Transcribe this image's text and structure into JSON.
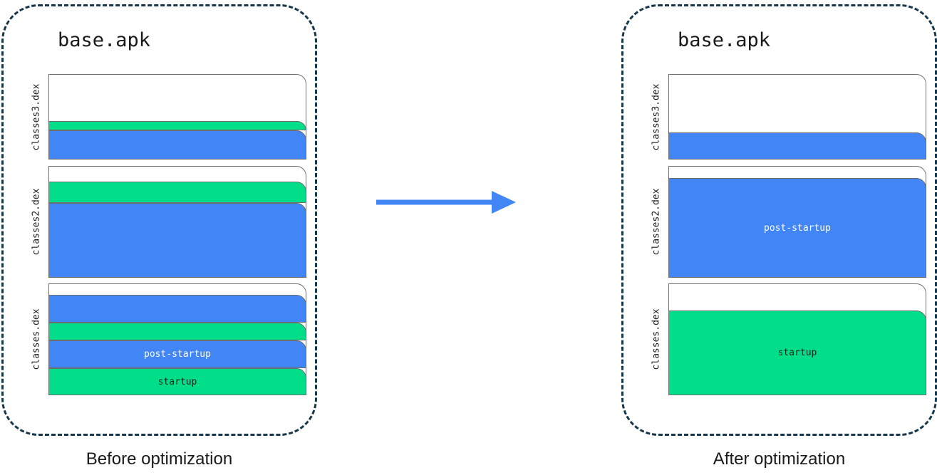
{
  "colors": {
    "startup": "#00de8a",
    "post_startup": "#4285f4",
    "panel_border": "#16374b",
    "box_border": "#6e6e6e",
    "arrow": "#4285f4",
    "text": "#1a1a1a",
    "background": "#ffffff"
  },
  "legend": {
    "startup_label": "startup",
    "post_startup_label": "post-startup"
  },
  "arrow": {
    "name": "right-arrow",
    "direction": "right"
  },
  "panels": [
    {
      "id": "before",
      "title": "base.apk",
      "caption": "Before optimization",
      "dex_files": [
        {
          "label": "classes3.dex",
          "segments": [
            {
              "type": "empty",
              "label": "",
              "fraction": 0.55
            },
            {
              "type": "startup",
              "label": "",
              "fraction": 0.11
            },
            {
              "type": "post-startup",
              "label": "",
              "fraction": 0.34
            }
          ]
        },
        {
          "label": "classes2.dex",
          "segments": [
            {
              "type": "empty",
              "label": "",
              "fraction": 0.14
            },
            {
              "type": "startup",
              "label": "",
              "fraction": 0.19
            },
            {
              "type": "post-startup",
              "label": "",
              "fraction": 0.67
            }
          ]
        },
        {
          "label": "classes.dex",
          "segments": [
            {
              "type": "empty",
              "label": "",
              "fraction": 0.1
            },
            {
              "type": "post-startup",
              "label": "",
              "fraction": 0.25
            },
            {
              "type": "startup",
              "label": "",
              "fraction": 0.16
            },
            {
              "type": "post-startup",
              "label": "post-startup",
              "fraction": 0.25
            },
            {
              "type": "startup",
              "label": "startup",
              "fraction": 0.24
            }
          ]
        }
      ]
    },
    {
      "id": "after",
      "title": "base.apk",
      "caption": "After optimization",
      "dex_files": [
        {
          "label": "classes3.dex",
          "segments": [
            {
              "type": "empty",
              "label": "",
              "fraction": 0.68
            },
            {
              "type": "post-startup",
              "label": "",
              "fraction": 0.32
            }
          ]
        },
        {
          "label": "classes2.dex",
          "segments": [
            {
              "type": "empty",
              "label": "",
              "fraction": 0.11
            },
            {
              "type": "post-startup",
              "label": "post-startup",
              "fraction": 0.89
            }
          ]
        },
        {
          "label": "classes.dex",
          "segments": [
            {
              "type": "empty",
              "label": "",
              "fraction": 0.24
            },
            {
              "type": "startup",
              "label": "startup",
              "fraction": 0.76
            }
          ]
        }
      ]
    }
  ]
}
